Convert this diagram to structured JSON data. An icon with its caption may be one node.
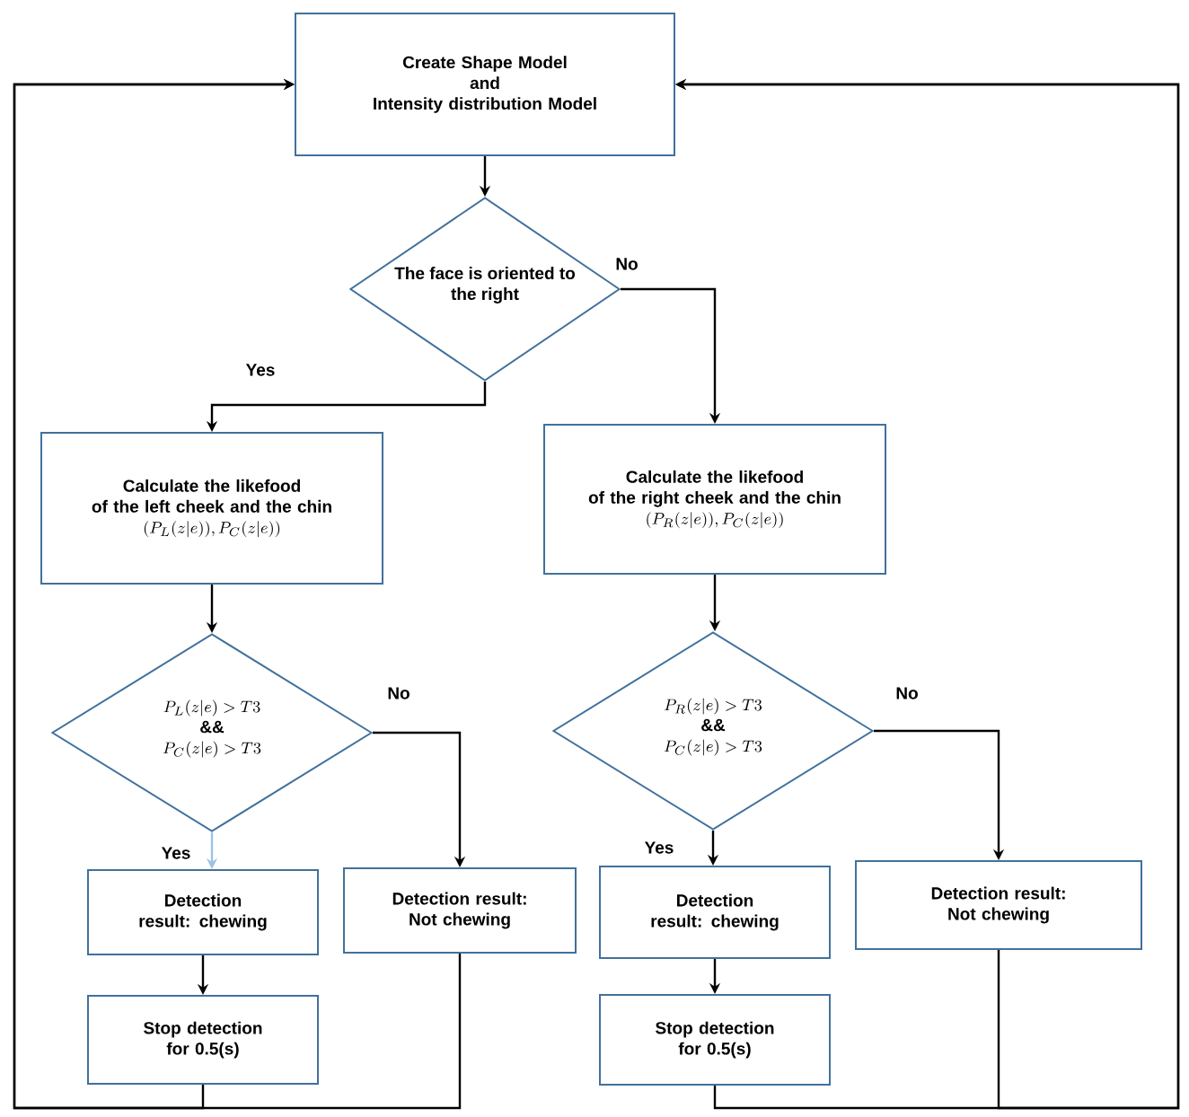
{
  "diagram": {
    "nodes": [
      {
        "text": [
          "Create Shape Model",
          "and",
          "Intensity distribution Model"
        ]
      },
      {
        "text": [
          "The face is oriented to the right"
        ]
      },
      {
        "text": [
          "Calculate the likefood",
          "of the left cheek and the chin",
          "(P_{L}(z|e)), P_{C}(z|e))"
        ]
      },
      {
        "text": [
          "Calculate the likefood",
          "of the right cheek and the chin",
          "(P_{R}(z|e)), P_{C}(z|e))"
        ]
      },
      {
        "text": [
          "P_{L}(z|e) > T3",
          "&&",
          "P_{C}(z|e) > T3"
        ]
      },
      {
        "text": [
          "P_{R}(z|e) > T3",
          "&&",
          "P_{C}(z|e) > T3"
        ]
      },
      {
        "text": [
          "Detection result: chewing"
        ]
      },
      {
        "text": [
          "Detection result: Not chewing"
        ]
      },
      {
        "text": [
          "Stop detection for 0.5(s)"
        ]
      },
      {
        "text": [
          "Detection result: chewing"
        ]
      },
      {
        "text": [
          "Detection result: Not chewing"
        ]
      },
      {
        "text": [
          "Stop detection for 0.5(s)"
        ]
      }
    ],
    "edges": [
      {
        "from": 0,
        "to": 1,
        "arrow": "to"
      },
      {
        "from": 1,
        "to": 2,
        "arrow": "to",
        "label": "Yes"
      },
      {
        "from": 1,
        "to": 3,
        "arrow": "to",
        "label": "No"
      },
      {
        "from": 2,
        "to": 4,
        "arrow": "to"
      },
      {
        "from": 3,
        "to": 5,
        "arrow": "to"
      },
      {
        "from": 4,
        "to": 6,
        "arrow": "to",
        "label": "Yes",
        "color": "#9dc3e6"
      },
      {
        "from": 4,
        "to": 7,
        "arrow": "to",
        "label": "No"
      },
      {
        "from": 5,
        "to": 9,
        "arrow": "to",
        "label": "Yes"
      },
      {
        "from": 5,
        "to": 10,
        "arrow": "to",
        "label": "No"
      },
      {
        "from": 6,
        "to": 8,
        "arrow": "to"
      },
      {
        "from": 9,
        "to": 11,
        "arrow": "to"
      },
      {
        "from": 8,
        "to": 0,
        "arrow": "to"
      },
      {
        "from": 7,
        "to": 0,
        "arrow": "to"
      },
      {
        "from": 11,
        "to": 0,
        "arrow": "to"
      },
      {
        "from": 10,
        "to": 0,
        "arrow": "to"
      }
    ]
  }
}
